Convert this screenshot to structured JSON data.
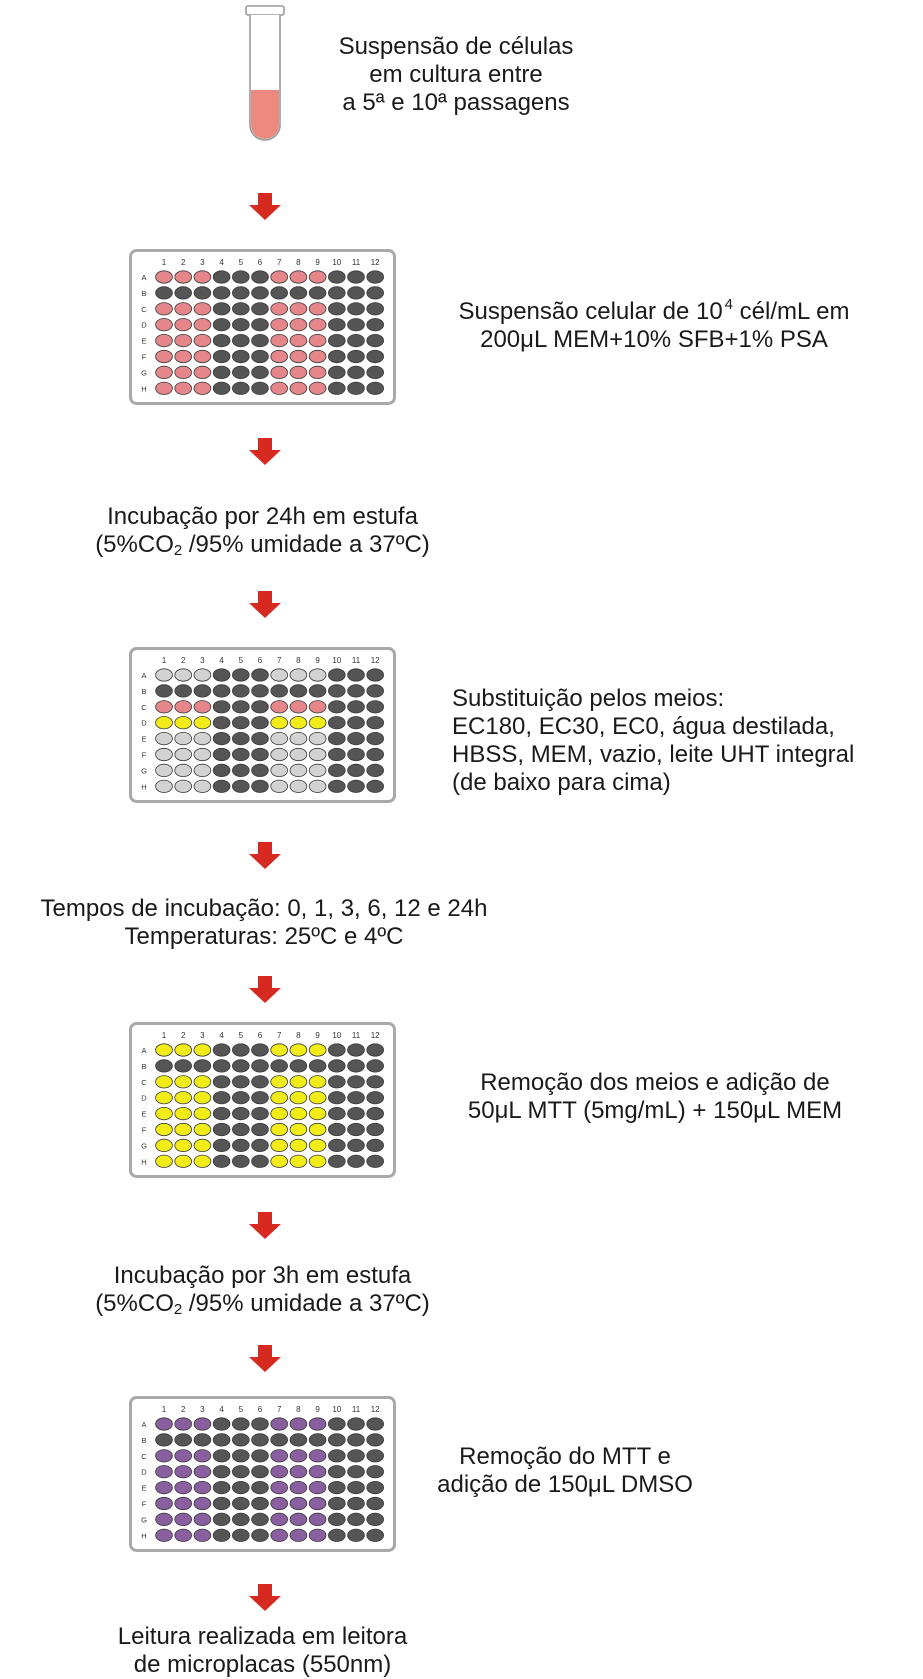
{
  "colors": {
    "arrow": "#d62a20",
    "plate_border": "#a9a9a9",
    "well_empty": "#555555",
    "well_pink": "#e5868a",
    "well_light": "#d2d2d2",
    "well_yellow": "#f1ec17",
    "well_purple": "#8a5fa0",
    "tube_liquid": "#eb8a7e"
  },
  "plate_labels": {
    "cols": [
      "1",
      "2",
      "3",
      "4",
      "5",
      "6",
      "7",
      "8",
      "9",
      "10",
      "11",
      "12"
    ],
    "rows": [
      "A",
      "B",
      "C",
      "D",
      "E",
      "F",
      "G",
      "H"
    ]
  },
  "steps": {
    "s1": {
      "l1": "Suspensão de células",
      "l2": "em cultura entre",
      "l3": "a 5ª e 10ª passagens"
    },
    "s2": {
      "l1a": "Suspensão celular de 10",
      "l1sup": "4",
      "l1b": " cél/mL em",
      "l2": "200μL MEM+10% SFB+1% PSA"
    },
    "s3": {
      "l1": "Incubação por 24h em estufa",
      "l2a": "(5%CO",
      "l2sub": "2",
      "l2b": " /95% umidade a 37ºC)"
    },
    "s4": {
      "l1": "Substituição pelos meios:",
      "l2": "EC180, EC30, EC0, água destilada,",
      "l3": "HBSS, MEM, vazio, leite UHT integral",
      "l4": "(de baixo para cima)"
    },
    "s5": {
      "l1": "Tempos de incubação: 0, 1, 3, 6, 12 e 24h",
      "l2": "Temperaturas: 25ºC e 4ºC"
    },
    "s6": {
      "l1": "Remoção dos meios e adição de",
      "l2": "50μL MTT (5mg/mL) + 150μL MEM"
    },
    "s7": {
      "l1": "Incubação por 3h em estufa",
      "l2a": "(5%CO",
      "l2sub": "2",
      "l2b": " /95% umidade a 37ºC)"
    },
    "s8": {
      "l1": "Remoção do MTT e",
      "l2": "adição de 150μL DMSO"
    },
    "s9": {
      "l1": "Leitura realizada em leitora",
      "l2": "de microplacas (550nm)"
    }
  },
  "plates": [
    {
      "name": "plate-1-cells",
      "rows": [
        "PPPEEEPPPEEE",
        "EEEEEEEEEEEE",
        "PPPEEEPPPEEE",
        "PPPEEEPPPEEE",
        "PPPEEEPPPEEE",
        "PPPEEEPPPEEE",
        "PPPEEEPPPEEE",
        "PPPEEEPPPEEE"
      ]
    },
    {
      "name": "plate-2-media",
      "rows": [
        "LLLEEELLLEEE",
        "EEEEEEEEEEEE",
        "PPPEEEPPPEEE",
        "YYYEEEYYYEEE",
        "LLLEEELLLEEE",
        "LLLEEELLLEEE",
        "LLLEEELLLEEE",
        "LLLEEELLLEEE"
      ]
    },
    {
      "name": "plate-3-mtt",
      "rows": [
        "YYYEEEYYYEEE",
        "EEEEEEEEEEEE",
        "YYYEEEYYYEEE",
        "YYYEEEYYYEEE",
        "YYYEEEYYYEEE",
        "YYYEEEYYYEEE",
        "YYYEEEYYYEEE",
        "YYYEEEYYYEEE"
      ]
    },
    {
      "name": "plate-4-dmso",
      "rows": [
        "UUUEEEUUUEEE",
        "EEEEEEEEEEEE",
        "UUUEEEUUUEEE",
        "UUUEEEUUUEEE",
        "UUUEEEUUUEEE",
        "UUUEEEUUUEEE",
        "UUUEEEUUUEEE",
        "UUUEEEUUUEEE"
      ]
    }
  ]
}
